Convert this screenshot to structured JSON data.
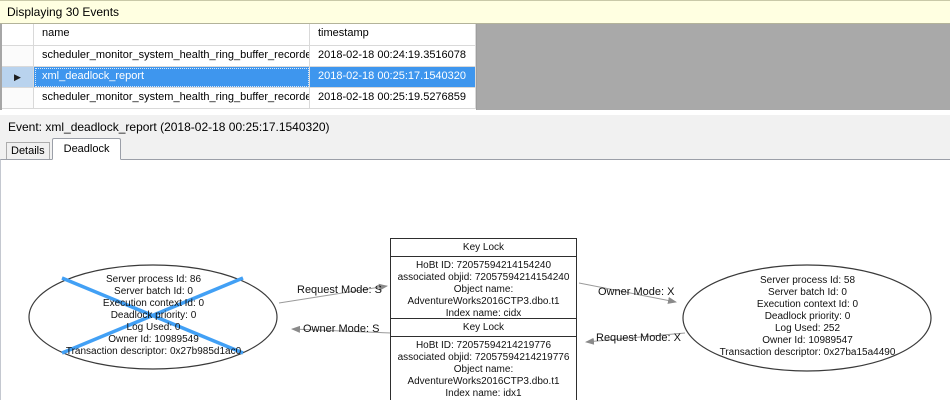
{
  "banner": {
    "text": "Displaying 30 Events"
  },
  "grid": {
    "columns": {
      "name": "name",
      "timestamp": "timestamp"
    },
    "rows": [
      {
        "name": "scheduler_monitor_system_health_ring_buffer_recorded",
        "timestamp": "2018-02-18 00:24:19.3516078",
        "selected": false
      },
      {
        "name": "xml_deadlock_report",
        "timestamp": "2018-02-18 00:25:17.1540320",
        "selected": true
      },
      {
        "name": "scheduler_monitor_system_health_ring_buffer_recorded",
        "timestamp": "2018-02-18 00:25:19.5276859",
        "selected": false
      }
    ]
  },
  "icons": {
    "current_row_arrow": "▶"
  },
  "event_bar": {
    "text": "Event: xml_deadlock_report (2018-02-18 00:25:17.1540320)"
  },
  "tabs": {
    "details": "Details",
    "deadlock": "Deadlock"
  },
  "graph": {
    "victim_process": {
      "lines": [
        "Server process Id: 86",
        "Server batch Id: 0",
        "Execution context Id: 0",
        "Deadlock priority: 0",
        "Log Used: 0",
        "Owner Id: 10989549",
        "Transaction descriptor: 0x27b985d1ac0"
      ]
    },
    "other_process": {
      "lines": [
        "Server process Id: 58",
        "Server batch Id: 0",
        "Execution context Id: 0",
        "Deadlock priority: 0",
        "Log Used: 252",
        "Owner Id: 10989547",
        "Transaction descriptor: 0x27ba15a4490"
      ]
    },
    "lock_top": {
      "title": "Key Lock",
      "lines": [
        "HoBt ID: 72057594214154240",
        "associated objid: 72057594214154240",
        "Object name: AdventureWorks2016CTP3.dbo.t1",
        "Index name: cidx"
      ]
    },
    "lock_bottom": {
      "title": "Key Lock",
      "lines": [
        "HoBt ID: 72057594214219776",
        "associated objid: 72057594214219776",
        "Object name: AdventureWorks2016CTP3.dbo.t1",
        "Index name: idx1"
      ]
    },
    "edges": {
      "victim_to_top": "Request Mode: S",
      "bottom_to_victim": "Owner Mode: S",
      "top_to_other": "Owner Mode: X",
      "other_to_bottom": "Request Mode: X"
    }
  },
  "colors": {
    "selection_blue": "#3E96EE",
    "selected_row_header": "#B9D3EE",
    "victim_cross_blue": "#42A0F5",
    "banner_yellow": "#FFFFE1",
    "empty_grid_gray": "#A9A9A9"
  }
}
